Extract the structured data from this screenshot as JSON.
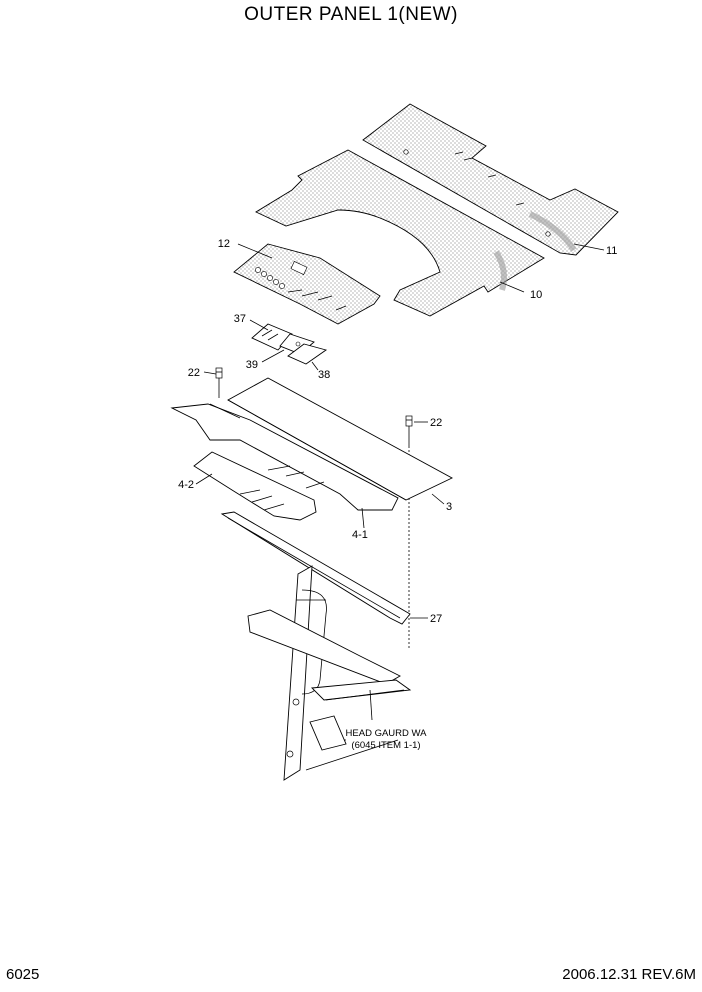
{
  "title": "OUTER PANEL 1(NEW)",
  "page_number": "6025",
  "revision": "2006.12.31 REV.6M",
  "callouts": {
    "c12": "12",
    "c11": "11",
    "c10": "10",
    "c37": "37",
    "c39": "39",
    "c38": "38",
    "c22a": "22",
    "c22b": "22",
    "c3": "3",
    "c4_2": "4-2",
    "c4_1": "4-1",
    "c27": "27"
  },
  "note": {
    "line1": "HEAD GAURD WA",
    "line2": "(6045 ITEM 1-1)"
  }
}
